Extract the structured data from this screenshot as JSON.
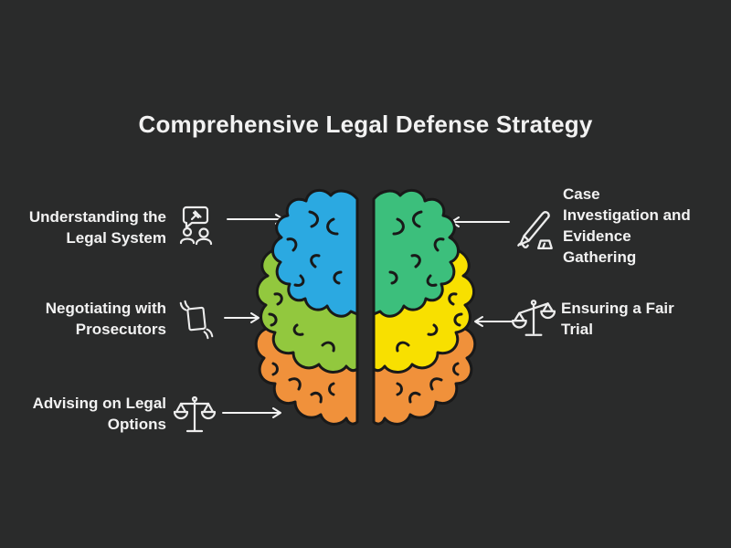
{
  "theme": {
    "background": "#2a2b2b",
    "text": "#f2f2f2",
    "line": "#f2f2f2",
    "outline": "#191919",
    "lobe-left-top": "#2ba9e1",
    "lobe-left-mid": "#92c83e",
    "lobe-left-bottom": "#f0913b",
    "lobe-right-top": "#3cbf7c",
    "lobe-right-mid": "#f8e000",
    "lobe-right-bottom": "#f0913b"
  },
  "title": "Comprehensive Legal Defense Strategy",
  "center_figure": "brain-top-view",
  "left_items": [
    {
      "label": "Understanding the Legal System",
      "lines": [
        "Understanding the",
        "Legal System"
      ],
      "icon": "people-gavel-bubble-icon"
    },
    {
      "label": "Negotiating with Prosecutors",
      "lines": [
        "Negotiating with",
        "Prosecutors"
      ],
      "icon": "document-handover-icon"
    },
    {
      "label": "Advising on Legal Options",
      "lines": [
        "Advising on Legal",
        "Options"
      ],
      "icon": "balanced-scales-icon"
    }
  ],
  "right_items": [
    {
      "label": "Case Investigation and Evidence Gathering",
      "lines": [
        "Case",
        "Investigation and",
        "Evidence",
        "Gathering"
      ],
      "icon": "pen-signing-icon"
    },
    {
      "label": "Ensuring a Fair Trial",
      "lines": [
        "Ensuring a Fair",
        "Trial"
      ],
      "icon": "tilted-scales-icon"
    }
  ]
}
